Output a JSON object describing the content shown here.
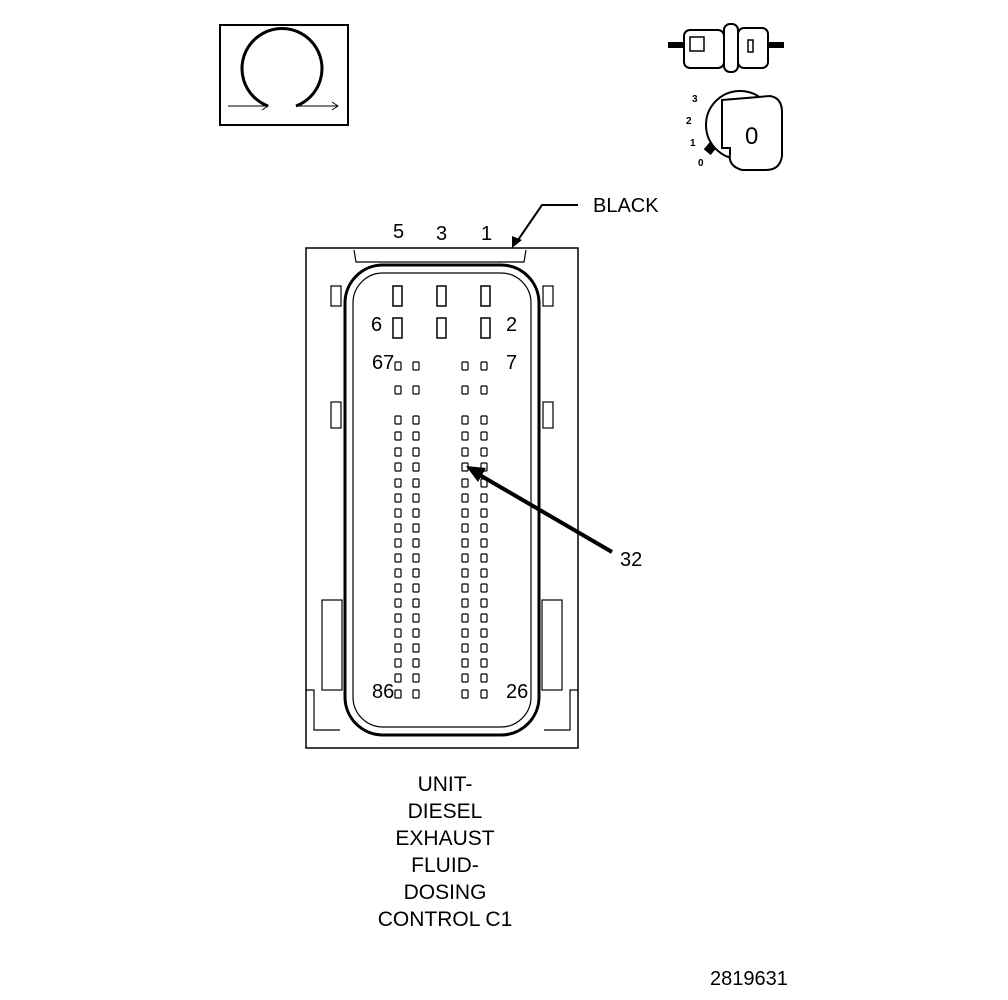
{
  "wire_color_label": "BLACK",
  "pin_labels": {
    "p5": "5",
    "p3": "3",
    "p1": "1",
    "p6": "6",
    "p2": "2",
    "p67": "67",
    "p7": "7",
    "p86": "86",
    "p26": "26"
  },
  "callout": "32",
  "lock_icon_digit": "0",
  "lock_positions": [
    "3",
    "2",
    "1",
    "0"
  ],
  "title_lines": [
    "UNIT-",
    "DIESEL",
    "EXHAUST",
    "FLUID-",
    "DOSING",
    "CONTROL C1"
  ],
  "figure_number": "2819631",
  "icons": [
    "terminal-rotation-icon",
    "connector-plug-icon",
    "key-lock-icon"
  ]
}
